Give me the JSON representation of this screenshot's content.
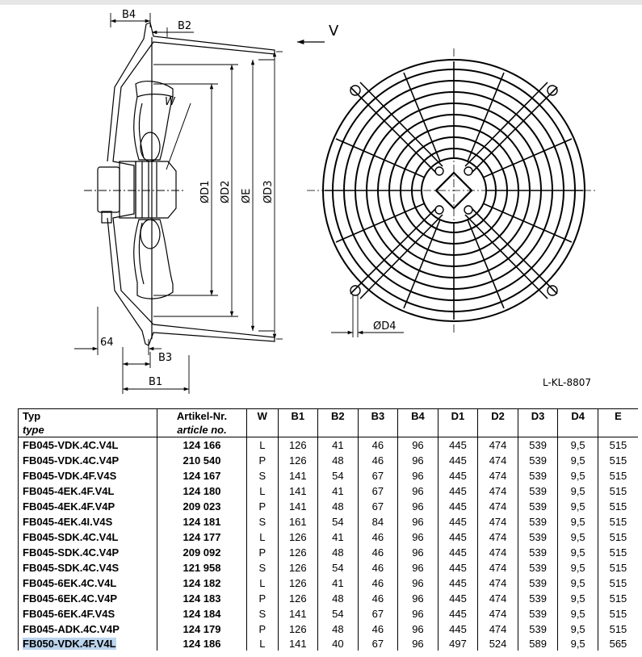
{
  "drawing": {
    "side_labels": {
      "b4": "B4",
      "b2": "B2",
      "b3": "B3",
      "b1": "B1",
      "offset": "64",
      "w": "W"
    },
    "diameter_labels": [
      "ØD1",
      "ØD2",
      "ØE",
      "ØD3"
    ],
    "airflow_label": "V",
    "d4_label": "ØD4",
    "drawing_ref": "L-KL-8807"
  },
  "table": {
    "headers": {
      "type": {
        "de": "Typ",
        "en": "type"
      },
      "article": {
        "de": "Artikel-Nr.",
        "en": "article no."
      },
      "cols": [
        "W",
        "B1",
        "B2",
        "B3",
        "B4",
        "D1",
        "D2",
        "D3",
        "D4",
        "E"
      ]
    },
    "rows": [
      {
        "type": "FB045-VDK.4C.V4L",
        "article": "124 166",
        "w": "L",
        "b1": "126",
        "b2": "41",
        "b3": "46",
        "b4": "96",
        "d1": "445",
        "d2": "474",
        "d3": "539",
        "d4": "9,5",
        "e": "515"
      },
      {
        "type": "FB045-VDK.4C.V4P",
        "article": "210 540",
        "w": "P",
        "b1": "126",
        "b2": "48",
        "b3": "46",
        "b4": "96",
        "d1": "445",
        "d2": "474",
        "d3": "539",
        "d4": "9,5",
        "e": "515"
      },
      {
        "type": "FB045-VDK.4F.V4S",
        "article": "124 167",
        "w": "S",
        "b1": "141",
        "b2": "54",
        "b3": "67",
        "b4": "96",
        "d1": "445",
        "d2": "474",
        "d3": "539",
        "d4": "9,5",
        "e": "515"
      },
      {
        "type": "FB045-4EK.4F.V4L",
        "article": "124 180",
        "w": "L",
        "b1": "141",
        "b2": "41",
        "b3": "67",
        "b4": "96",
        "d1": "445",
        "d2": "474",
        "d3": "539",
        "d4": "9,5",
        "e": "515"
      },
      {
        "type": "FB045-4EK.4F.V4P",
        "article": "209 023",
        "w": "P",
        "b1": "141",
        "b2": "48",
        "b3": "67",
        "b4": "96",
        "d1": "445",
        "d2": "474",
        "d3": "539",
        "d4": "9,5",
        "e": "515"
      },
      {
        "type": "FB045-4EK.4I.V4S",
        "article": "124 181",
        "w": "S",
        "b1": "161",
        "b2": "54",
        "b3": "84",
        "b4": "96",
        "d1": "445",
        "d2": "474",
        "d3": "539",
        "d4": "9,5",
        "e": "515"
      },
      {
        "type": "FB045-SDK.4C.V4L",
        "article": "124 177",
        "w": "L",
        "b1": "126",
        "b2": "41",
        "b3": "46",
        "b4": "96",
        "d1": "445",
        "d2": "474",
        "d3": "539",
        "d4": "9,5",
        "e": "515"
      },
      {
        "type": "FB045-SDK.4C.V4P",
        "article": "209 092",
        "w": "P",
        "b1": "126",
        "b2": "48",
        "b3": "46",
        "b4": "96",
        "d1": "445",
        "d2": "474",
        "d3": "539",
        "d4": "9,5",
        "e": "515"
      },
      {
        "type": "FB045-SDK.4C.V4S",
        "article": "121 958",
        "w": "S",
        "b1": "126",
        "b2": "54",
        "b3": "46",
        "b4": "96",
        "d1": "445",
        "d2": "474",
        "d3": "539",
        "d4": "9,5",
        "e": "515"
      },
      {
        "type": "FB045-6EK.4C.V4L",
        "article": "124 182",
        "w": "L",
        "b1": "126",
        "b2": "41",
        "b3": "46",
        "b4": "96",
        "d1": "445",
        "d2": "474",
        "d3": "539",
        "d4": "9,5",
        "e": "515"
      },
      {
        "type": "FB045-6EK.4C.V4P",
        "article": "124 183",
        "w": "P",
        "b1": "126",
        "b2": "48",
        "b3": "46",
        "b4": "96",
        "d1": "445",
        "d2": "474",
        "d3": "539",
        "d4": "9,5",
        "e": "515"
      },
      {
        "type": "FB045-6EK.4F.V4S",
        "article": "124 184",
        "w": "S",
        "b1": "141",
        "b2": "54",
        "b3": "67",
        "b4": "96",
        "d1": "445",
        "d2": "474",
        "d3": "539",
        "d4": "9,5",
        "e": "515"
      },
      {
        "type": "FB045-ADK.4C.V4P",
        "article": "124 179",
        "w": "P",
        "b1": "126",
        "b2": "48",
        "b3": "46",
        "b4": "96",
        "d1": "445",
        "d2": "474",
        "d3": "539",
        "d4": "9,5",
        "e": "515"
      },
      {
        "type": "FB050-VDK.4F.V4L",
        "article": "124 186",
        "w": "L",
        "b1": "141",
        "b2": "40",
        "b3": "67",
        "b4": "96",
        "d1": "497",
        "d2": "524",
        "d3": "589",
        "d4": "9,5",
        "e": "565",
        "selected": true
      }
    ]
  }
}
